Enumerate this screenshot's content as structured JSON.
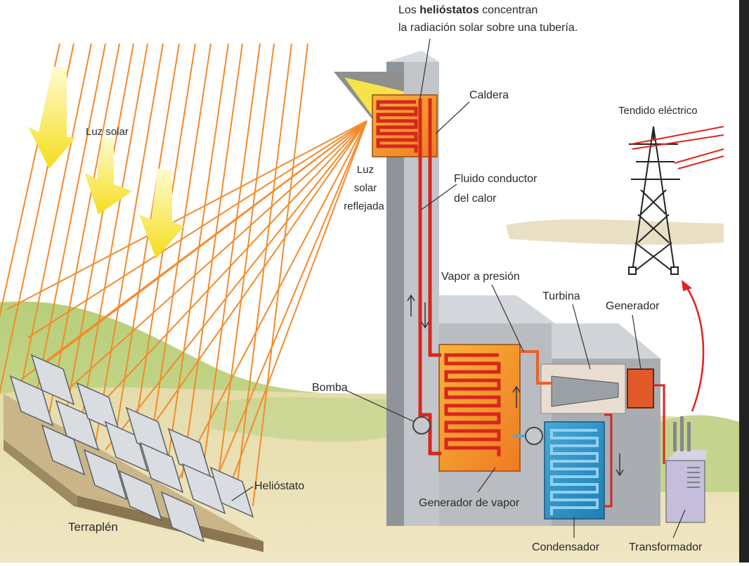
{
  "caption": {
    "line1_prefix": "Los ",
    "line1_bold": "helióstatos",
    "line1_suffix": " concentran",
    "line2": "la radiación solar sobre una tubería."
  },
  "labels": {
    "caldera": "Caldera",
    "tendido": "Tendido eléctrico",
    "luz_solar": "Luz solar",
    "luz_reflejada_1": "Luz",
    "luz_reflejada_2": "solar",
    "luz_reflejada_3": "reflejada",
    "fluido_1": "Fluido conductor",
    "fluido_2": "del calor",
    "vapor": "Vapor a presión",
    "turbina": "Turbina",
    "generador": "Generador",
    "bomba": "Bomba",
    "heliostato": "Helióstato",
    "terraplen": "Terraplén",
    "generador_vapor": "Generador de vapor",
    "condensador": "Condensador",
    "transformador": "Transformador"
  },
  "colors": {
    "sun_ray": "#f48a2a",
    "arrow_yellow": "#f7e23a",
    "pipe_red": "#d8261e",
    "boiler_orange": "#f29a2c",
    "condenser_blue": "#2a8fc4",
    "building_gray": "#b8bcc1",
    "hill_green": "#a9c86a"
  }
}
